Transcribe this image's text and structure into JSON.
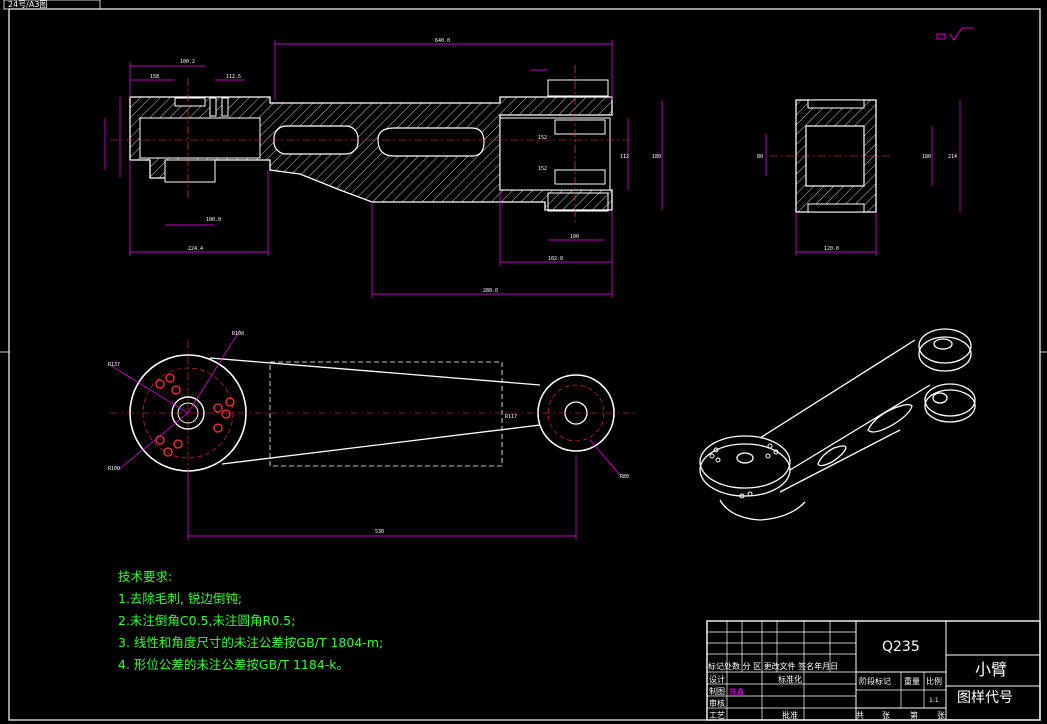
{
  "title_tag": "24号/A3图",
  "dims": {
    "top_overall": "640.0",
    "left_a": "100.2",
    "left_b": "158",
    "left_c": "112.5",
    "left_bottom": "224.4",
    "bore_small": "100.0",
    "mid_bottom": "102.8",
    "mid_long": "280.0",
    "hole_a": "152",
    "hole_b": "152",
    "right_bot": "100",
    "right_w": "112",
    "right_h": "180",
    "side_w": "120.0",
    "side_h": "180",
    "side_h2": "214",
    "side_left": "80",
    "plan_len": "530",
    "plan_r": "R80",
    "plan_a": "R100",
    "plan_b": "R137",
    "plan_c": "R100",
    "plan_d": "R117"
  },
  "notes": {
    "heading": "技术要求:",
    "n1": "1.去除毛刺, 锐边倒钝;",
    "n2": "2.未注倒角C0.5,未注圆角R0.5;",
    "n3": "3. 线性和角度尺寸的未注公差按GB/T 1804-m;",
    "n4": "4. 形位公差的未注公差按GB/T 1184-k。"
  },
  "title_block": {
    "material": "Q235",
    "part_name": "小臂",
    "drawing_no_label": "图样代号",
    "row_header": "标记处数 分 区 更改文件 签名年月日",
    "design": "设计",
    "draw": "制图",
    "drawer": "陈鑫",
    "check": "审核",
    "process": "工艺",
    "standardize": "标准化",
    "approve": "批准",
    "stage_mark": "阶段标记",
    "weight": "重量",
    "scale": "比例",
    "scale_val": "1:1",
    "total": "共",
    "sheets": "张",
    "sheet_no": "第",
    "page": "张"
  },
  "colors": {
    "outline": "#ffffff",
    "dimension": "#ff00ff",
    "centerline": "#ff3333",
    "hatch": "#ffffff",
    "notes": "#33ff33"
  }
}
